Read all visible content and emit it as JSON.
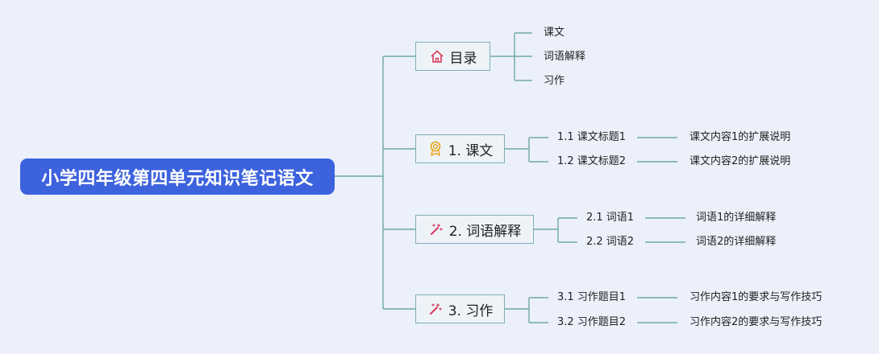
{
  "root": {
    "title": "小学四年级第四单元知识笔记语文"
  },
  "toc": {
    "title": "目录",
    "icon": "home-icon",
    "items": [
      "课文",
      "词语解释",
      "习作"
    ]
  },
  "sections": [
    {
      "title": "1. 课文",
      "icon": "award-icon",
      "subs": [
        {
          "title": "1.1 课文标题1",
          "detail": "课文内容1的扩展说明"
        },
        {
          "title": "1.2 课文标题2",
          "detail": "课文内容2的扩展说明"
        }
      ]
    },
    {
      "title": "2. 词语解释",
      "icon": "magic-wand-icon",
      "subs": [
        {
          "title": "2.1 词语1",
          "detail": "词语1的详细解释"
        },
        {
          "title": "2.2 词语2",
          "detail": "词语2的详细解释"
        }
      ]
    },
    {
      "title": "3. 习作",
      "icon": "magic-wand-icon",
      "subs": [
        {
          "title": "3.1 习作题目1",
          "detail": "习作内容1的要求与写作技巧"
        },
        {
          "title": "3.2 习作题目2",
          "detail": "习作内容2的要求与写作技巧"
        }
      ]
    }
  ],
  "colors": {
    "root_bg": "#3d62de",
    "line": "#6fa8a8",
    "box_border": "#7fb0b8",
    "background": "#ebf0fb"
  }
}
